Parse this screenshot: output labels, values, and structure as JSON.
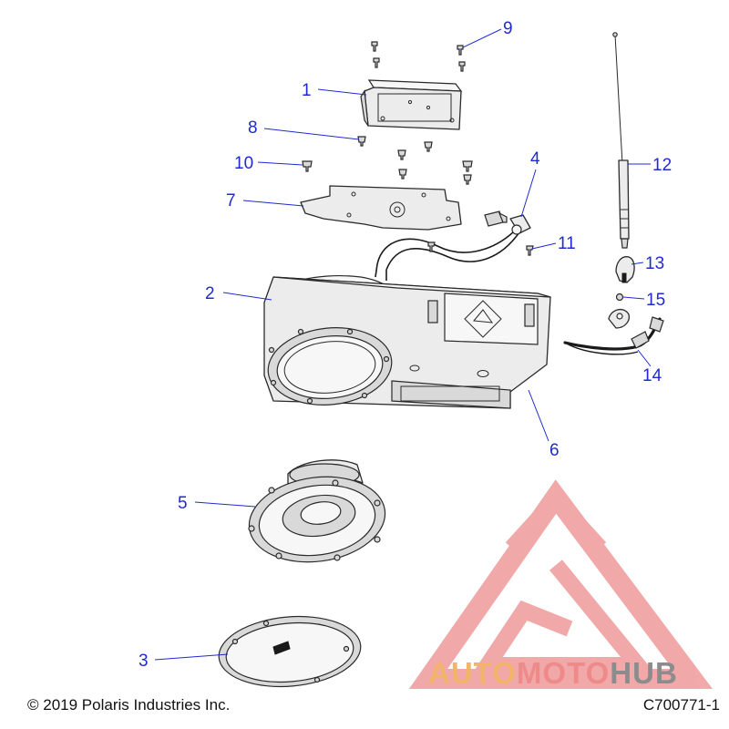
{
  "footer": {
    "copyright": "© 2019 Polaris Industries Inc.",
    "drawing_number": "C700771-1"
  },
  "watermark": {
    "word_1": "AUTO",
    "word_2": "MOTO",
    "word_3": "HUB",
    "colors": {
      "auto": "#f2b36a",
      "moto": "#ef8a8a",
      "hub": "#8c8c8c",
      "triangle": "#ef9a9a"
    }
  },
  "callouts": [
    {
      "id": "1",
      "label": "1"
    },
    {
      "id": "2",
      "label": "2"
    },
    {
      "id": "3",
      "label": "3"
    },
    {
      "id": "4",
      "label": "4"
    },
    {
      "id": "5",
      "label": "5"
    },
    {
      "id": "6",
      "label": "6"
    },
    {
      "id": "7",
      "label": "7"
    },
    {
      "id": "8",
      "label": "8"
    },
    {
      "id": "9",
      "label": "9"
    },
    {
      "id": "10",
      "label": "10"
    },
    {
      "id": "11",
      "label": "11"
    },
    {
      "id": "12",
      "label": "12"
    },
    {
      "id": "13",
      "label": "13"
    },
    {
      "id": "14",
      "label": "14"
    },
    {
      "id": "15",
      "label": "15"
    }
  ],
  "colors": {
    "callout": "#1f2bd0",
    "line_art": "#2a2a2a"
  }
}
